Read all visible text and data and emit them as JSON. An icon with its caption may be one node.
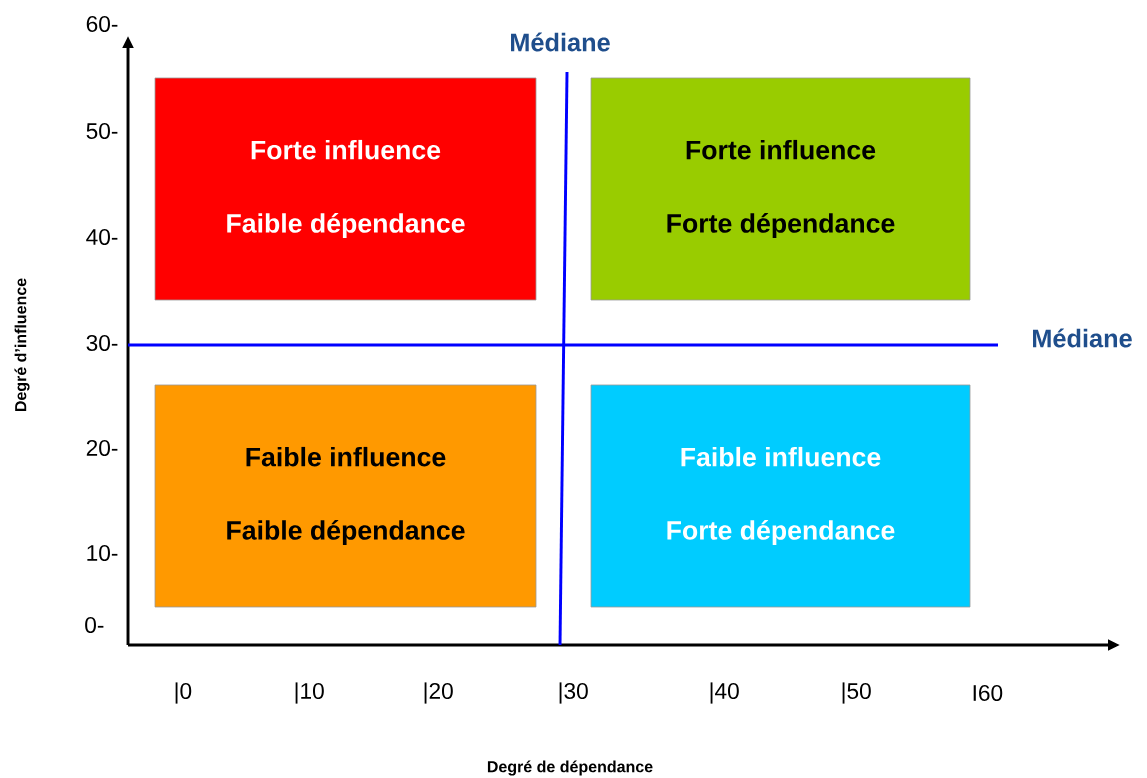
{
  "diagram": {
    "nodes": [
      {
        "text": [
          "Forte influence",
          "Faible dépendance"
        ]
      },
      {
        "text": [
          "Forte influence",
          "Forte dépendance"
        ]
      },
      {
        "text": [
          "Faible influence",
          "Faible dépendance"
        ]
      },
      {
        "text": [
          "Faible influence",
          "Forte dépendance"
        ]
      }
    ],
    "labels": [
      "60-",
      "Médiane",
      "50-",
      "40-",
      "30-",
      "Médiane",
      "20-",
      "10-",
      "0-",
      "Degré d’influence",
      "|0",
      "|10",
      "|20",
      "|30",
      "|40",
      "|50",
      "I60",
      "Degré de dépendance"
    ]
  }
}
